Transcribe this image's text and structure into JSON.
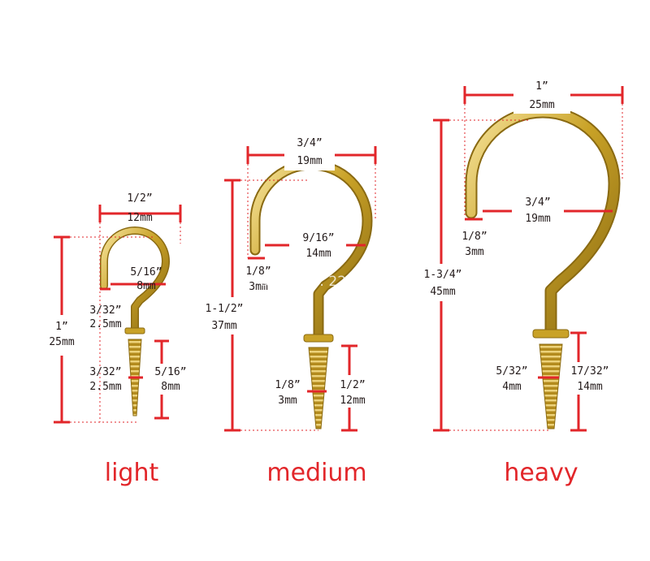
{
  "colors": {
    "dimension_red": "#e2262a",
    "brass": "#c9a227",
    "label_text": "#231a1a",
    "background": "#ffffff"
  },
  "watermark": "Store No: 2287104",
  "hooks": {
    "light": {
      "name": "light",
      "width_in": "1/2”",
      "width_mm": "12mm",
      "inner_in": "5/16”",
      "inner_mm": "8mm",
      "tip_in": "3/32”",
      "tip_mm": "2.5mm",
      "height_in": "1”",
      "height_mm": "25mm",
      "shank_in": "3/32”",
      "shank_mm": "2.5mm",
      "thread_in": "5/16”",
      "thread_mm": "8mm"
    },
    "medium": {
      "name": "medium",
      "width_in": "3/4”",
      "width_mm": "19mm",
      "inner_in": "9/16”",
      "inner_mm": "14mm",
      "tip_in": "1/8”",
      "tip_mm": "3mm",
      "height_in": "1-1/2”",
      "height_mm": "37mm",
      "shank_in": "1/8”",
      "shank_mm": "3mm",
      "thread_in": "1/2”",
      "thread_mm": "12mm"
    },
    "heavy": {
      "name": "heavy",
      "width_in": "1”",
      "width_mm": "25mm",
      "inner_in": "3/4”",
      "inner_mm": "19mm",
      "tip_in": "1/8”",
      "tip_mm": "3mm",
      "height_in": "1-3/4”",
      "height_mm": "45mm",
      "shank_in": "5/32”",
      "shank_mm": "4mm",
      "thread_in": "17/32”",
      "thread_mm": "14mm"
    }
  }
}
